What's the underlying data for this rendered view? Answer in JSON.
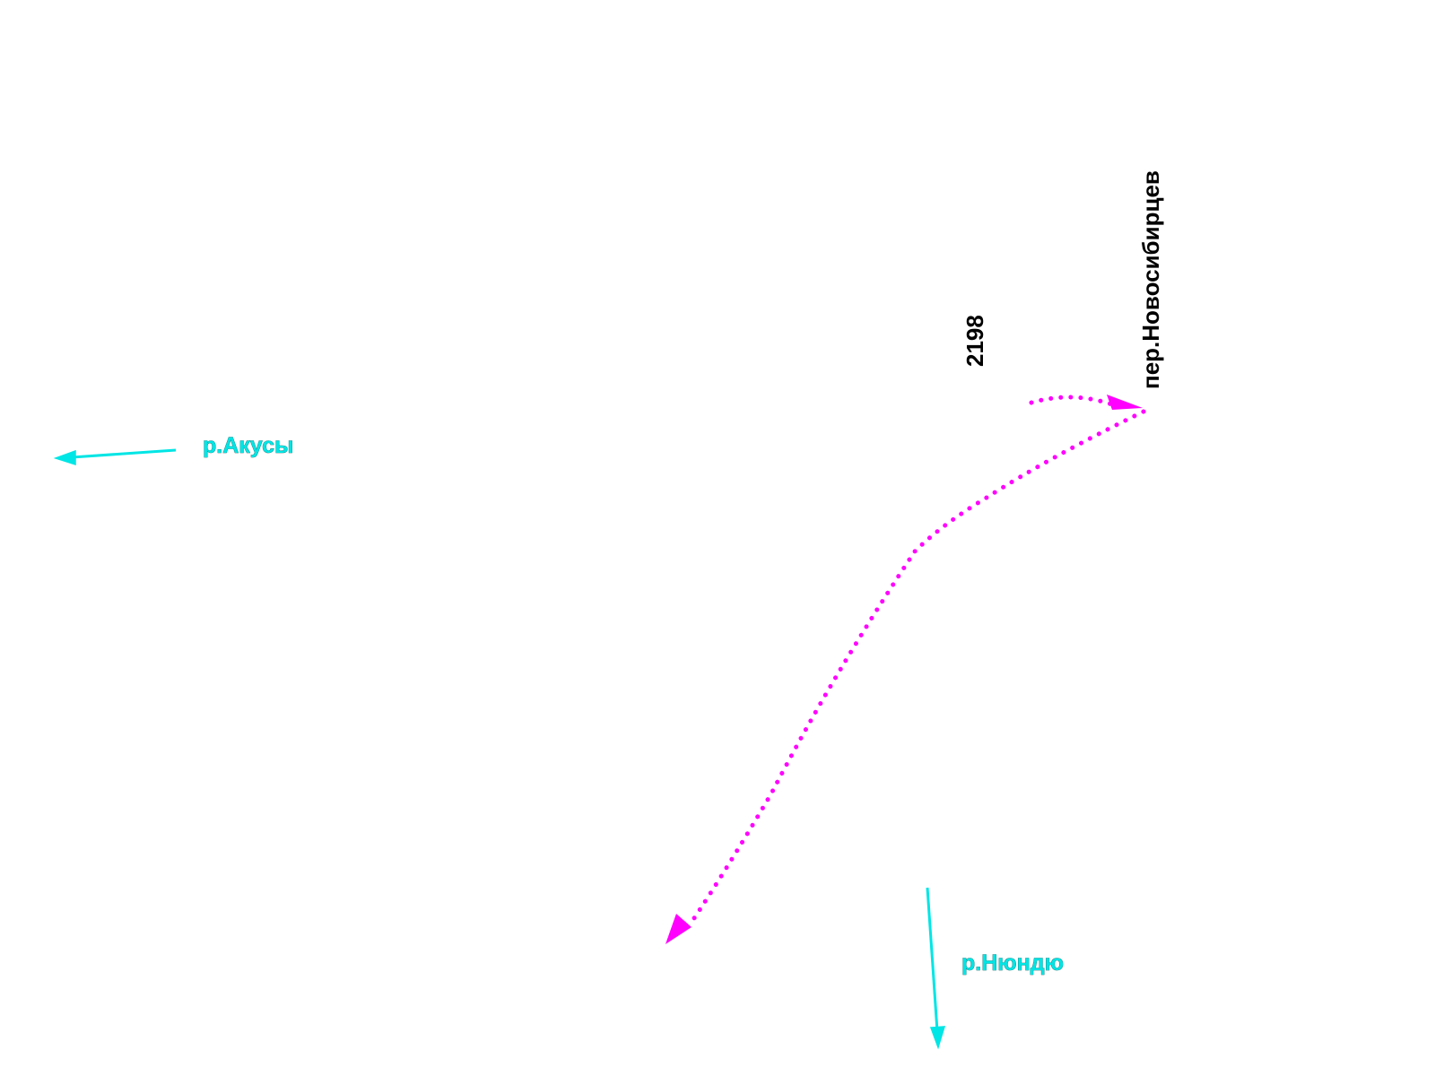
{
  "map": {
    "colors": {
      "background": "#ffffff",
      "river": "#00e5e5",
      "route": "#ff00ff",
      "text": "#000000"
    },
    "labels": {
      "pass": "пер.Новосибирцев",
      "elevation": "2198",
      "river_left": "р.Акусы",
      "river_bottom": "р.Нюндю"
    }
  }
}
